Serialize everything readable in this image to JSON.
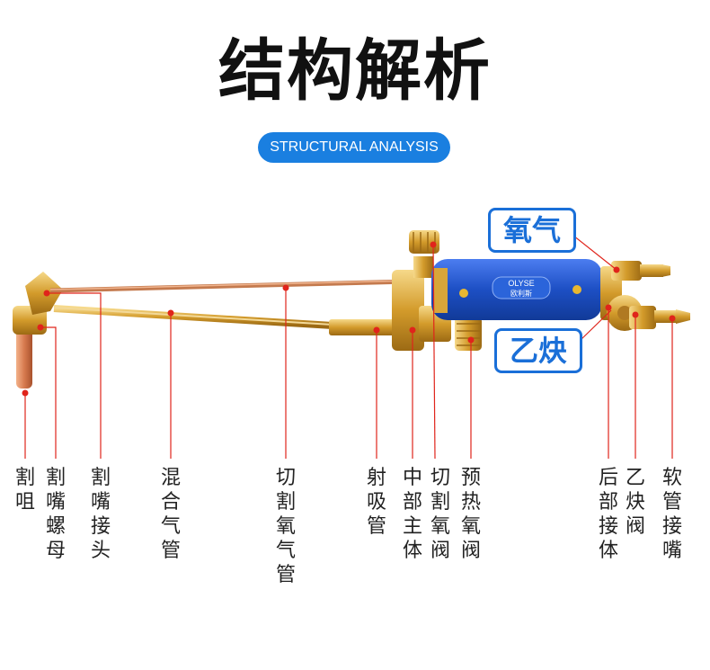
{
  "title": "结构解析",
  "subtitle": "STRUCTURAL ANALYSIS",
  "badges": {
    "oxygen": "氧气",
    "acetylene": "乙炔"
  },
  "handle_brand": {
    "logo": "OLYSE",
    "cn": "欧利斯"
  },
  "parts": [
    "割咀",
    "割嘴螺母",
    "割嘴接头",
    "混合气管",
    "切割氧气管",
    "射吸管",
    "中部主体",
    "切割氧阀",
    "预热氧阀",
    "后部接体",
    "乙炔阀",
    "软管接嘴"
  ],
  "colors": {
    "accent": "#1a7fe0",
    "marker": "#e0241b",
    "brass": "#d8a63a",
    "handle": "#1d4fc4"
  }
}
